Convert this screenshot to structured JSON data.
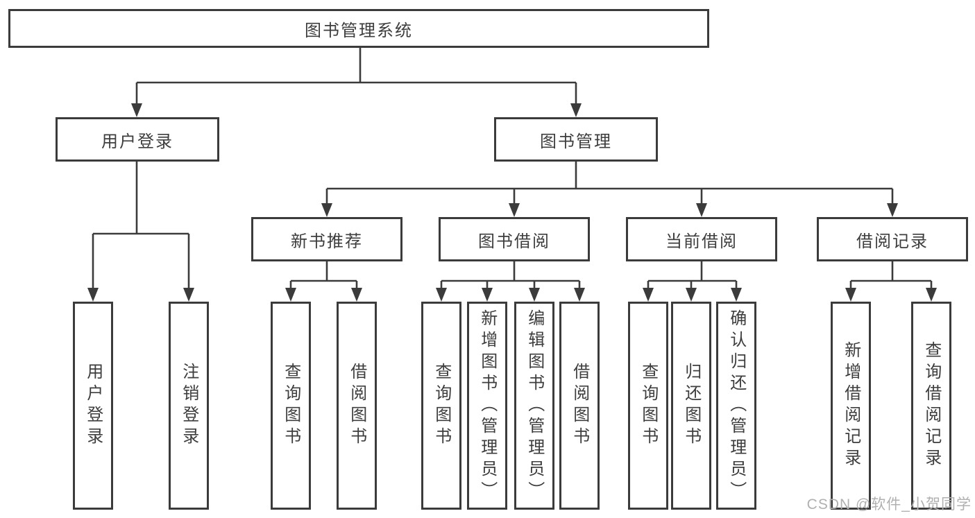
{
  "colors": {
    "line": "#3b3b3b",
    "text": "#3d3d3d",
    "background": "#ffffff",
    "watermark": "#b0b0b0"
  },
  "watermark": {
    "text": "CSDN @软件_小贺同学"
  },
  "tree": {
    "root": {
      "label": "图书管理系统",
      "children": [
        {
          "label": "用户登录",
          "children": [
            {
              "label": "用户登录"
            },
            {
              "label": "注销登录"
            }
          ]
        },
        {
          "label": "图书管理",
          "children": [
            {
              "label": "新书推荐",
              "children": [
                {
                  "label": "查询图书"
                },
                {
                  "label": "借阅图书"
                }
              ]
            },
            {
              "label": "图书借阅",
              "children": [
                {
                  "label": "查询图书"
                },
                {
                  "label": "新增图书（管理员）"
                },
                {
                  "label": "编辑图书（管理员）"
                },
                {
                  "label": "借阅图书"
                }
              ]
            },
            {
              "label": "当前借阅",
              "children": [
                {
                  "label": "查询图书"
                },
                {
                  "label": "归还图书"
                },
                {
                  "label": "确认归还（管理员）"
                }
              ]
            },
            {
              "label": "借阅记录",
              "children": [
                {
                  "label": "新增借阅记录"
                },
                {
                  "label": "查询借阅记录"
                }
              ]
            }
          ]
        }
      ]
    }
  }
}
